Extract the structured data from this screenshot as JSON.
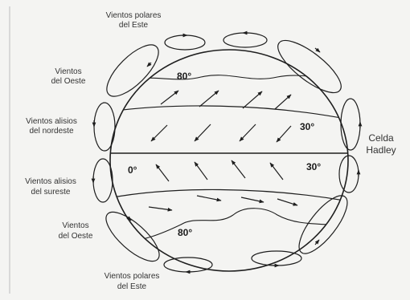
{
  "labels": {
    "polar_east_top": [
      "Vientos polares",
      "del Este"
    ],
    "westerlies_north": [
      "Vientos",
      "del Oeste"
    ],
    "trades_northeast": [
      "Vientos alisios",
      "del nordeste"
    ],
    "trades_southeast": [
      "Vientos alisios",
      "del sureste"
    ],
    "westerlies_south": [
      "Vientos",
      "del Oeste"
    ],
    "polar_east_bottom": [
      "Vientos polares",
      "del Este"
    ],
    "hadley_cell": [
      "Celda",
      "Hadley"
    ]
  },
  "latitudes": {
    "north_80": "80°",
    "north_30": "30°",
    "equator": "0°",
    "south_30": "30°",
    "south_80": "80°"
  },
  "colors": {
    "background": "#f4f4f2",
    "ink": "#1e1e1e",
    "label_text": "#333333"
  }
}
